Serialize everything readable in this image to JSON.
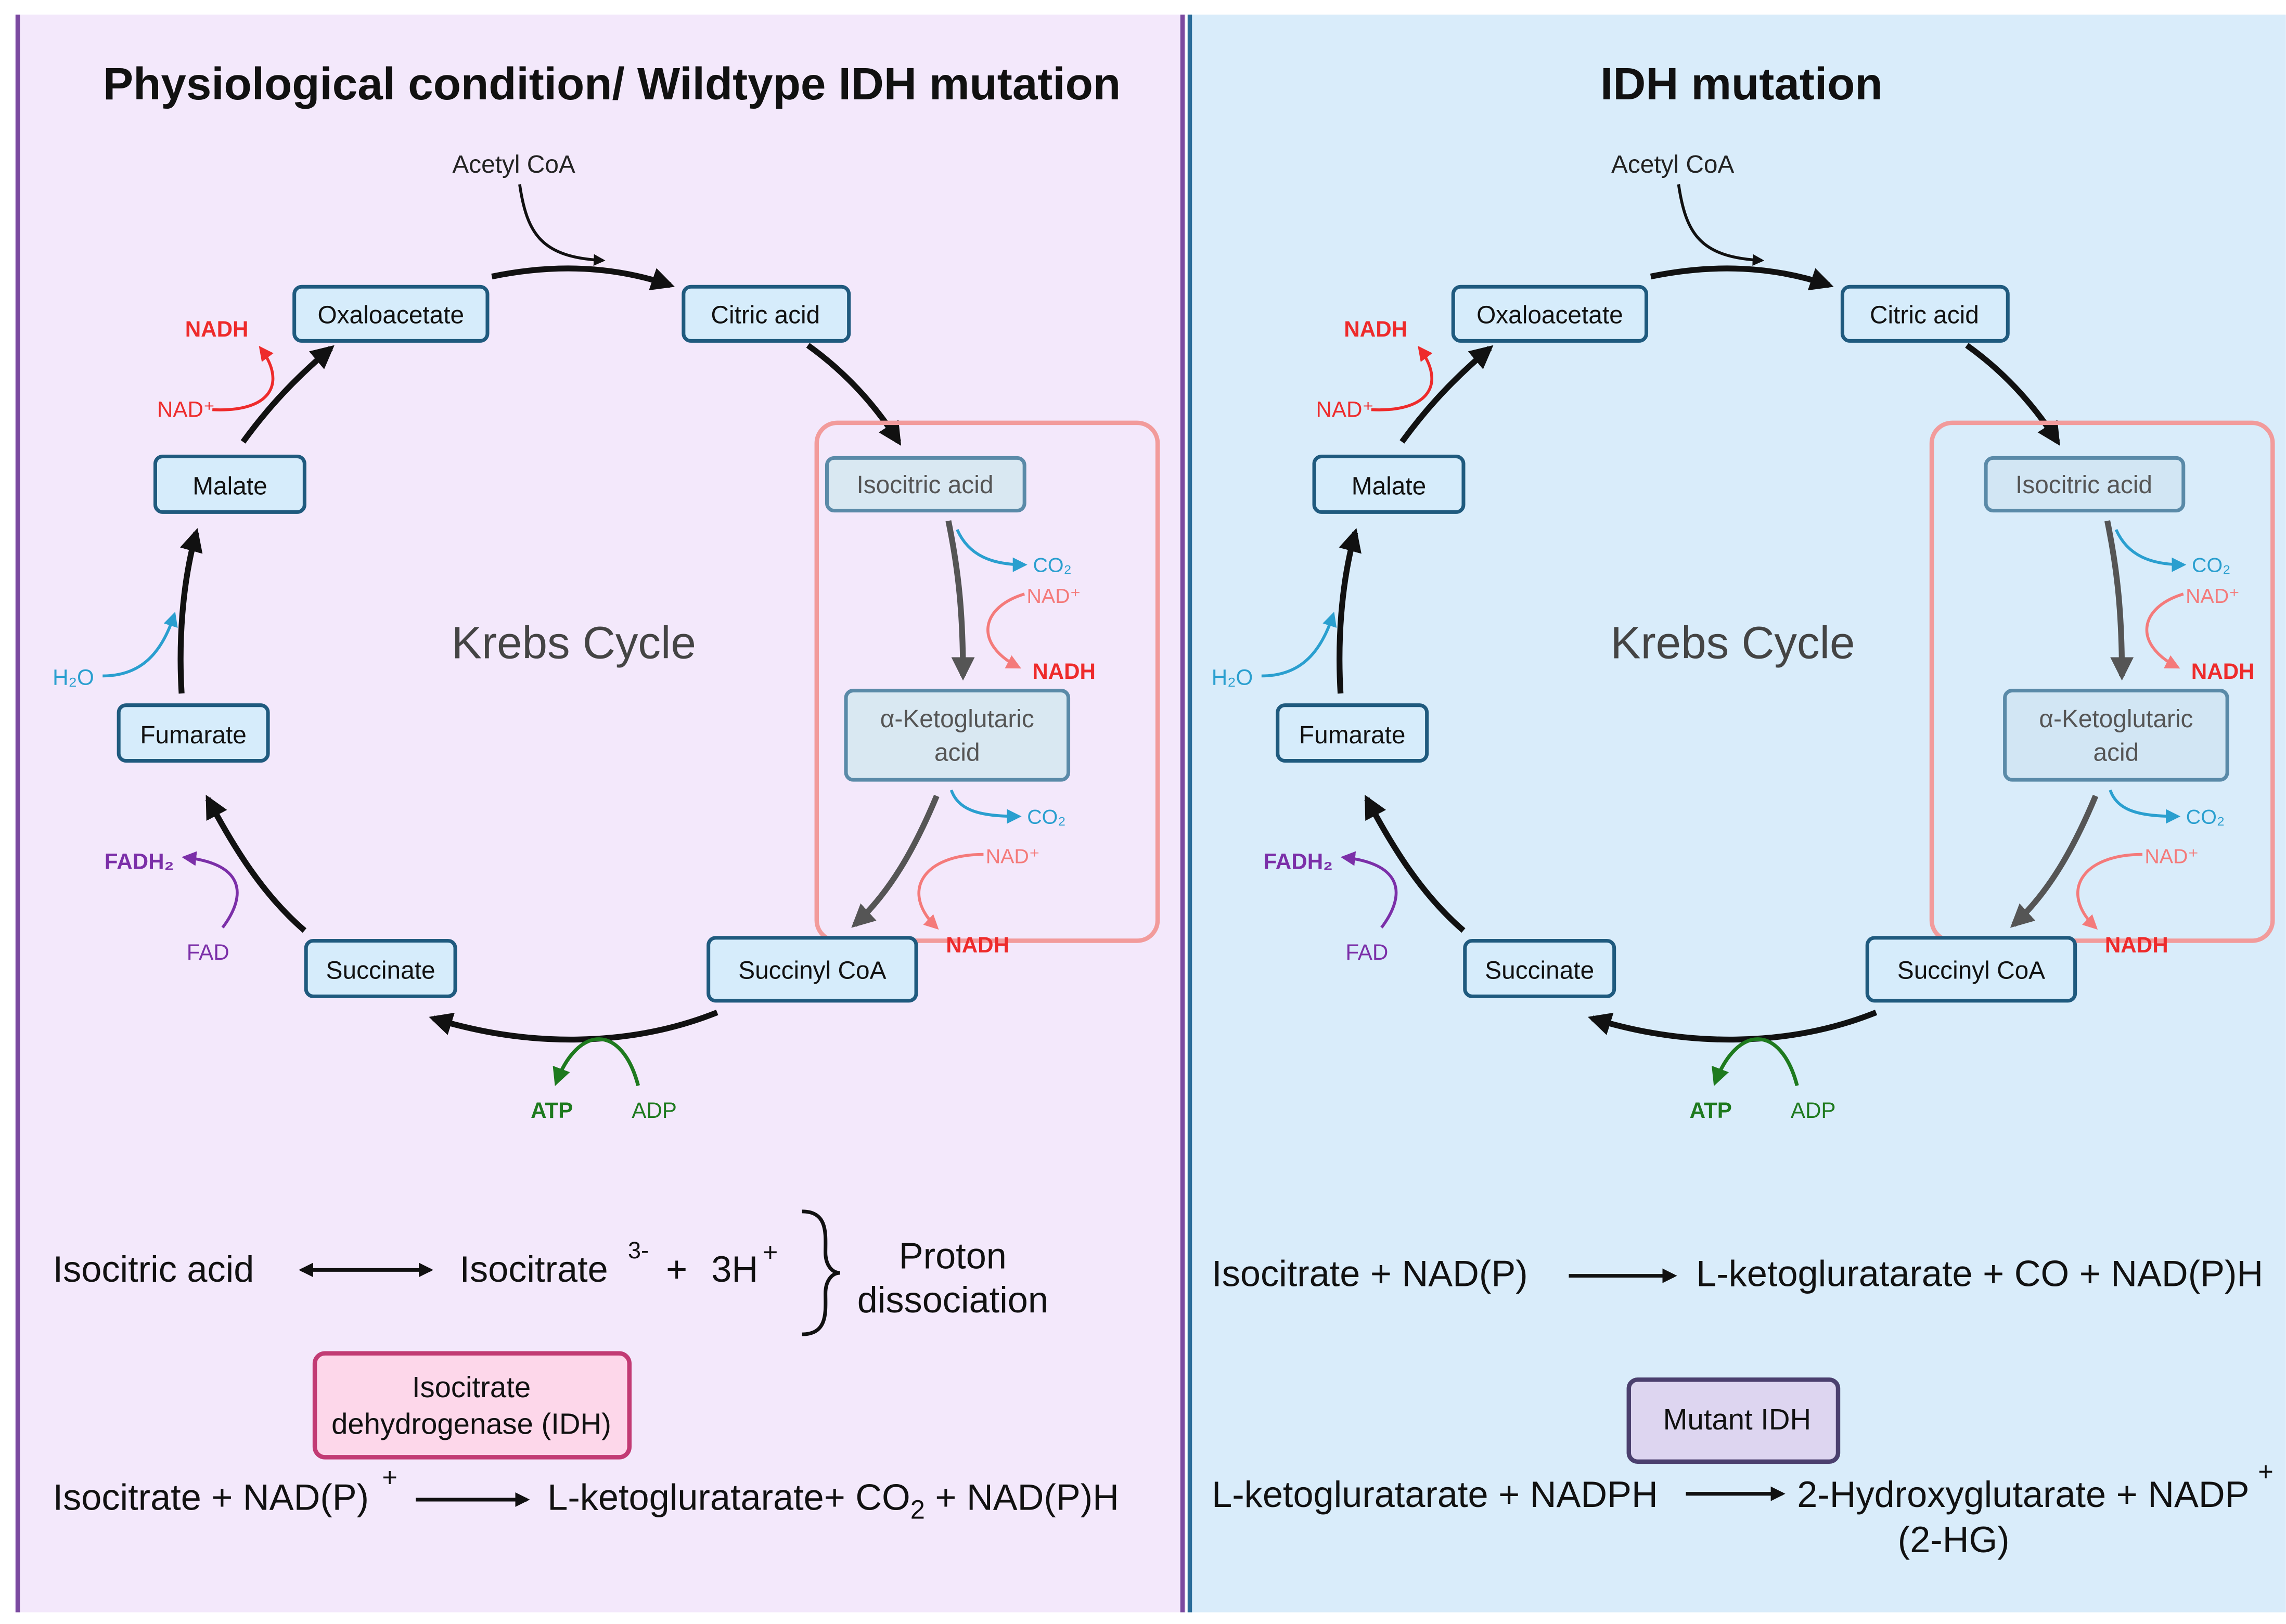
{
  "colors": {
    "left_bg": "#f3e8fb",
    "right_bg": "#d9ecfa",
    "left_border": "#7b4aa0",
    "right_border": "#2a6c9a",
    "box_fill": "#d6ecfb",
    "box_stroke": "#1f5a7e",
    "red": "#ee2b2b",
    "salmon": "#f47a7a",
    "blue": "#2a9fcf",
    "purple": "#7b2fa8",
    "green": "#1e7a1e",
    "highlight": "#f29b9b",
    "idh_fill": "#fdd7ea",
    "idh_stroke": "#c23b74",
    "mutant_fill": "#ddd5f0",
    "mutant_stroke": "#4b3f6e"
  },
  "left_panel": {
    "title": "Physiological condition/ Wildtype IDH mutation",
    "center_label": "Krebs Cycle",
    "acetyl_coa": "Acetyl CoA",
    "nodes": {
      "oxaloacetate": "Oxaloacetate",
      "citric_acid": "Citric acid",
      "isocitric_acid": "Isocitric acid",
      "ketoglutaric_line1": "α-Ketoglutaric",
      "ketoglutaric_line2": "acid",
      "succinyl_coa": "Succinyl CoA",
      "succinate": "Succinate",
      "fumarate": "Fumarate",
      "malate": "Malate"
    },
    "cofactors": {
      "nadh_top": "NADH",
      "nad_top": "NAD⁺",
      "h2o": "H₂O",
      "fadh2": "FADH₂",
      "fad": "FAD",
      "atp": "ATP",
      "adp": "ADP",
      "co2_first": "CO₂",
      "nad_first": "NAD⁺",
      "nadh_first": "NADH",
      "co2_second": "CO₂",
      "nad_second": "NAD⁺",
      "nadh_second": "NADH"
    },
    "eq1": {
      "left": "Isocitric acid",
      "isocitrate": "Isocitrate",
      "charge": "3-",
      "plus": "+",
      "protons": "3H",
      "proton_charge": "+",
      "note_line1": "Proton",
      "note_line2": "dissociation"
    },
    "enzyme_line1": "Isocitrate",
    "enzyme_line2": "dehydrogenase (IDH)",
    "eq2": {
      "left": "Isocitrate + NAD(P)",
      "left_sup": "+",
      "right_a": "L-ketogluratarate+ CO",
      "right_sub": "2",
      "right_b": " + NAD(P)H"
    }
  },
  "right_panel": {
    "title": "IDH mutation",
    "center_label": "Krebs Cycle",
    "acetyl_coa": "Acetyl CoA",
    "nodes": {
      "oxaloacetate": "Oxaloacetate",
      "citric_acid": "Citric acid",
      "isocitric_acid": "Isocitric acid",
      "ketoglutaric_line1": "α-Ketoglutaric",
      "ketoglutaric_line2": "acid",
      "succinyl_coa": "Succinyl CoA",
      "succinate": "Succinate",
      "fumarate": "Fumarate",
      "malate": "Malate"
    },
    "cofactors": {
      "nadh_top": "NADH",
      "nad_top": "NAD⁺",
      "h2o": "H₂O",
      "fadh2": "FADH₂",
      "fad": "FAD",
      "atp": "ATP",
      "adp": "ADP",
      "co2_first": "CO₂",
      "nad_first": "NAD⁺",
      "nadh_first": "NADH",
      "co2_second": "CO₂",
      "nad_second": "NAD⁺",
      "nadh_second": "NADH"
    },
    "eq1": {
      "left": "Isocitrate  + NAD(P)",
      "right": "L-ketogluratarate  + CO + NAD(P)H"
    },
    "enzyme": "Mutant IDH",
    "eq2": {
      "left": "L-ketogluratarate  + NADPH",
      "right": "2-Hydroxyglutarate  + NADP",
      "right_sup": "+",
      "right_line2": "(2-HG)"
    }
  }
}
